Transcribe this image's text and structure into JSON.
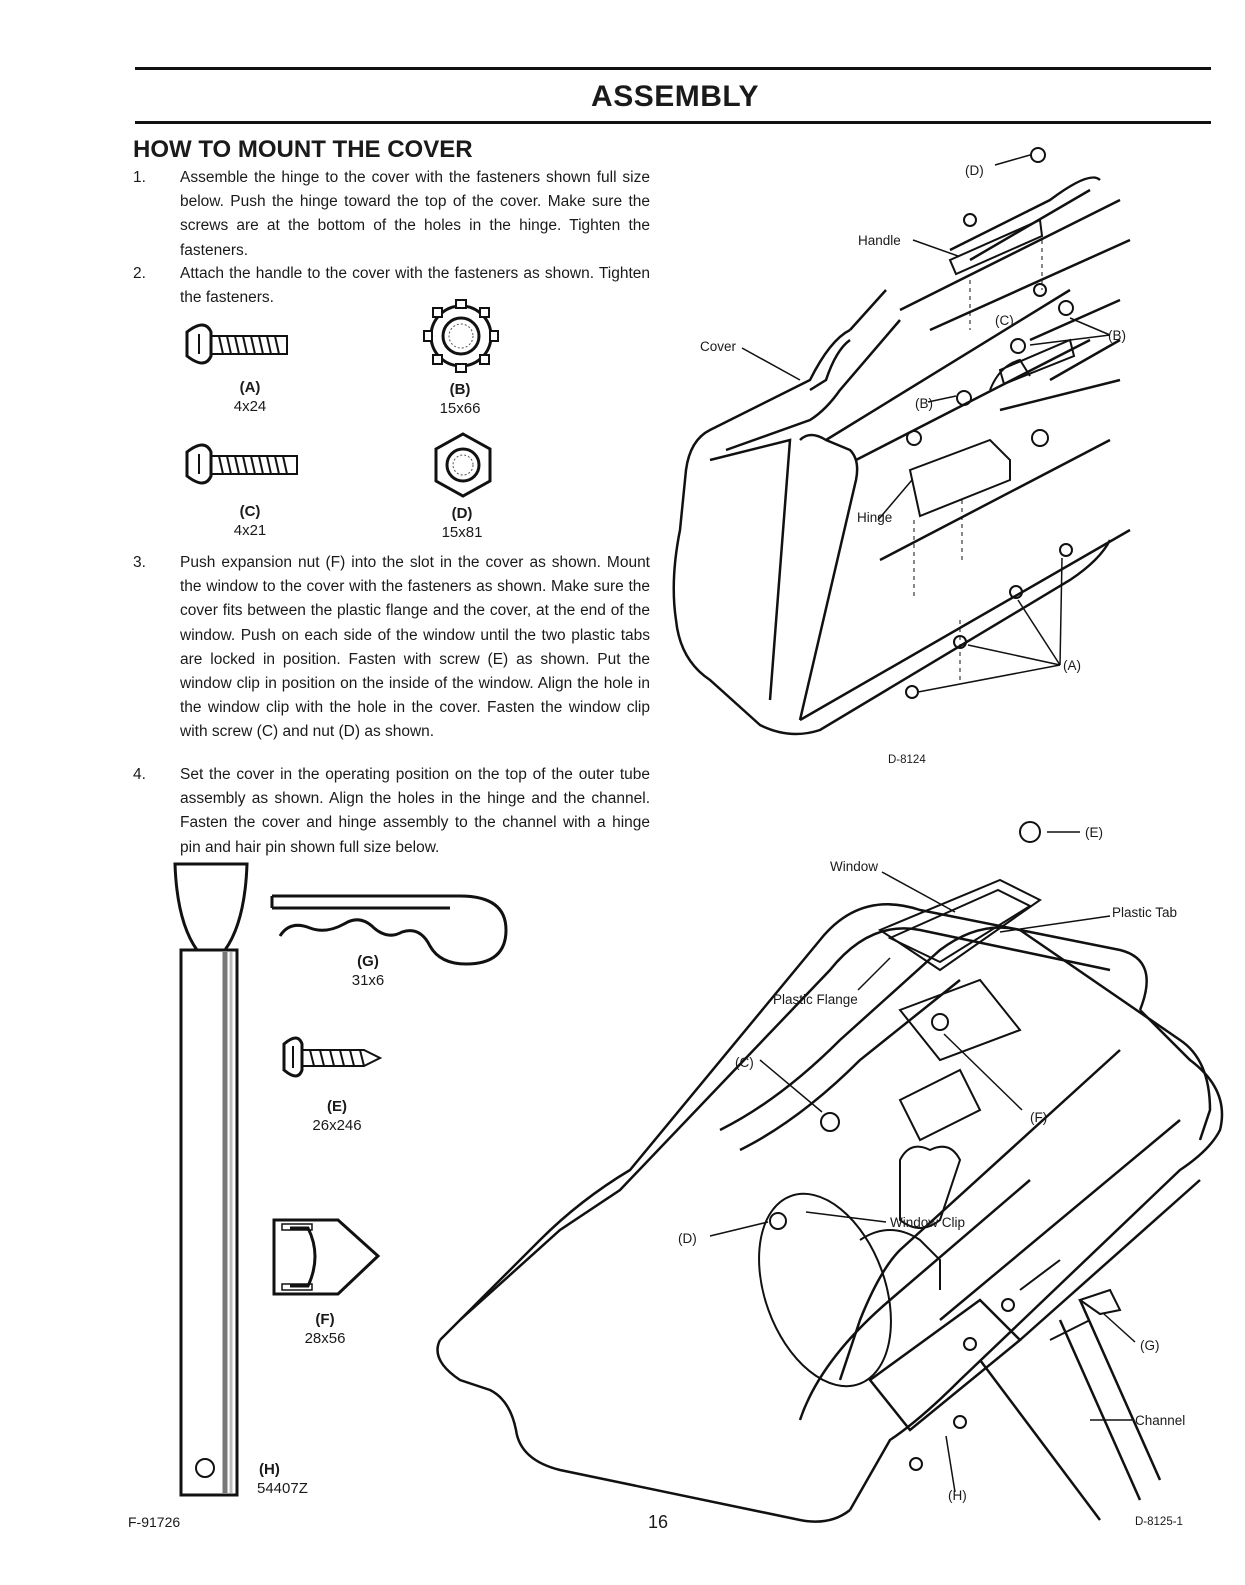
{
  "header": {
    "title": "ASSEMBLY"
  },
  "section": {
    "heading": "HOW TO MOUNT THE COVER"
  },
  "steps": [
    {
      "num": "1.",
      "text": "Assemble the hinge to the cover with the fasteners shown full size below. Push the hinge toward the top of the cover. Make sure the screws are at the bottom of the holes in the hinge. Tighten the fasteners."
    },
    {
      "num": "2.",
      "text": "Attach the handle to the cover with the fasteners as shown. Tighten the fasteners."
    },
    {
      "num": "3.",
      "text": "Push expansion nut (F) into the slot in the cover as shown. Mount the window to the cover with the fasteners as shown. Make sure the cover fits between the plastic flange and the cover, at the end of the window. Push on each side of the window until the two plastic tabs are locked in position. Fasten with screw (E) as shown. Put the window clip in position on the inside of the window. Align the hole in the window clip with the hole in the cover. Fasten the window clip with screw (C) and nut (D) as shown."
    },
    {
      "num": "4.",
      "text": "Set the cover in the operating position on the top of the outer tube assembly as shown. Align the holes in the hinge and the channel. Fasten the cover and hinge assembly to the channel with a hinge pin and hair pin shown full size below."
    }
  ],
  "parts": {
    "A": {
      "key": "(A)",
      "size": "4x24"
    },
    "B": {
      "key": "(B)",
      "size": "15x66"
    },
    "C": {
      "key": "(C)",
      "size": "4x21"
    },
    "D": {
      "key": "(D)",
      "size": "15x81"
    },
    "G": {
      "key": "(G)",
      "size": "31x6"
    },
    "E": {
      "key": "(E)",
      "size": "26x246"
    },
    "F": {
      "key": "(F)",
      "size": "28x56"
    },
    "H": {
      "key": "(H)",
      "size": "54407Z"
    }
  },
  "diagram1": {
    "code": "D-8124",
    "callouts": {
      "d": "(D)",
      "handle": "Handle",
      "c": "(C)",
      "b1": "(B)",
      "cover": "Cover",
      "b2": "(B)",
      "hinge": "Hinge",
      "a": "(A)"
    }
  },
  "diagram2": {
    "code": "D-8125-1",
    "callouts": {
      "e": "(E)",
      "window": "Window",
      "plastic_tab": "Plastic Tab",
      "plastic_flange": "Plastic Flange",
      "c": "(C)",
      "f": "(F)",
      "window_clip": "Window Clip",
      "d": "(D)",
      "g": "(G)",
      "channel": "Channel",
      "h": "(H)"
    }
  },
  "footer": {
    "left_code": "F-91726",
    "page_number": "16"
  }
}
